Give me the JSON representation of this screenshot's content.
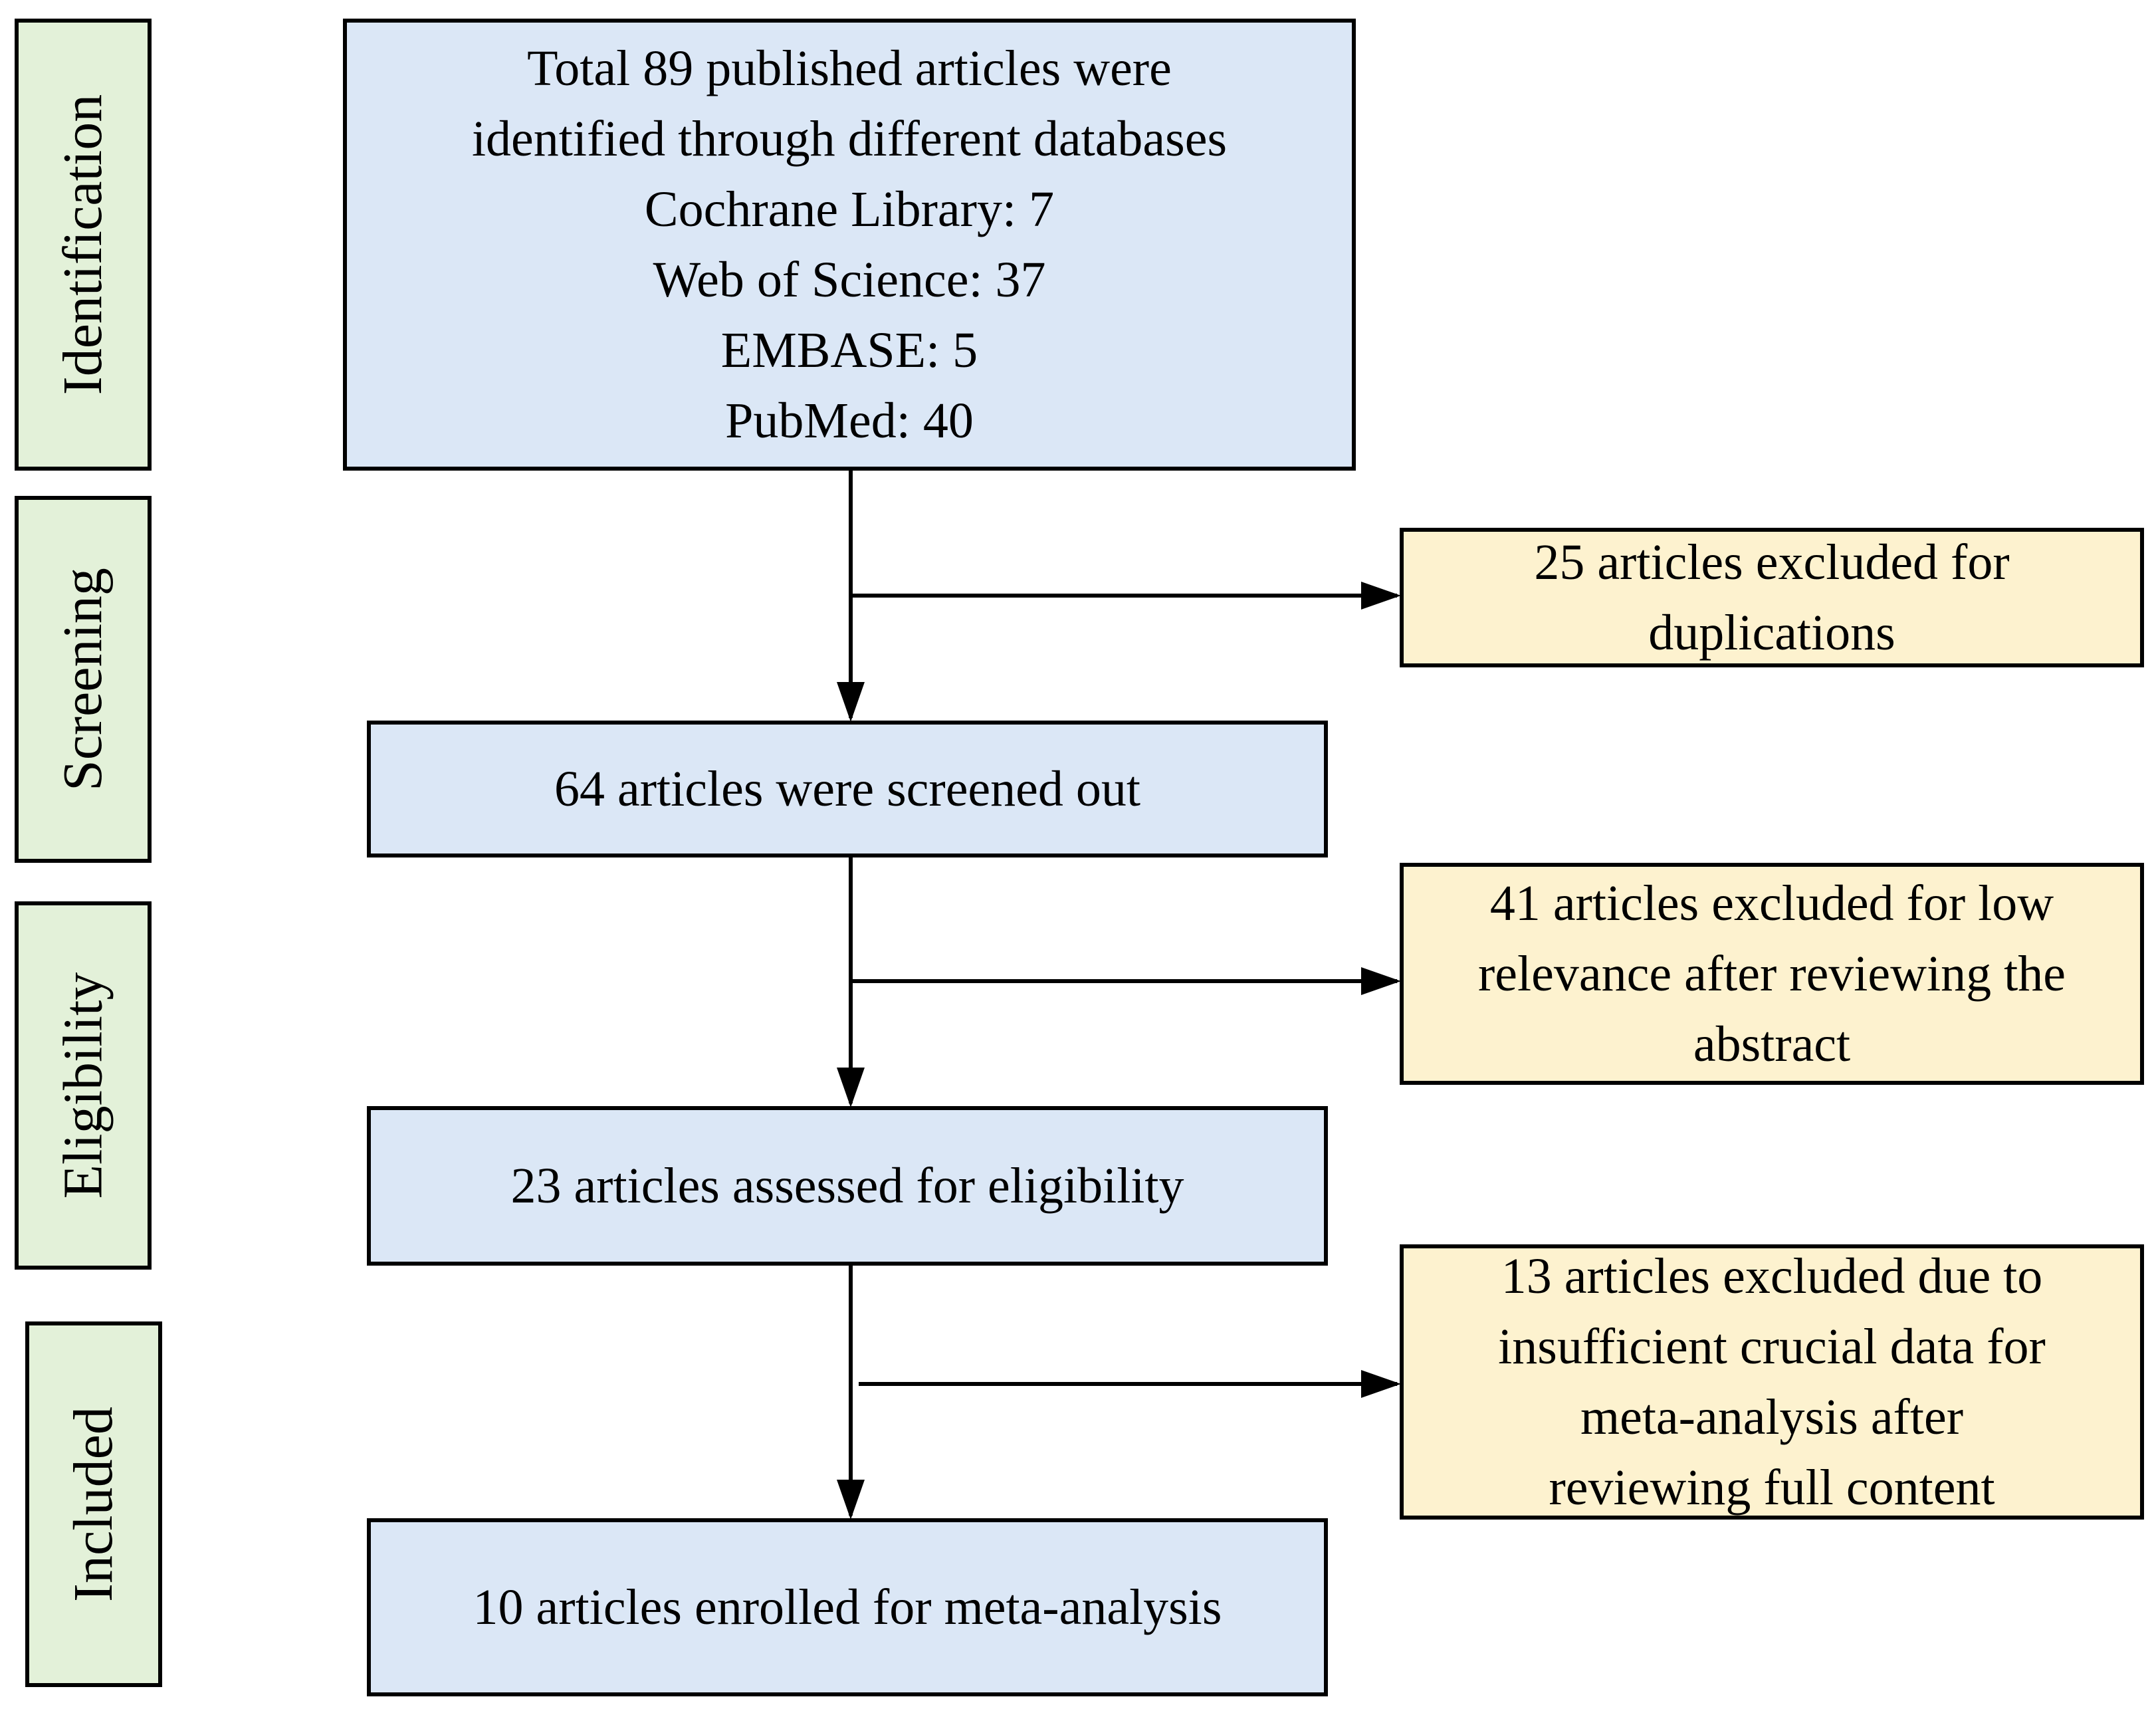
{
  "colors": {
    "stage_fill": "#e3f1d9",
    "main_fill": "#dbe7f6",
    "exclusion_fill": "#fdf2cf",
    "border": "#000000"
  },
  "stages": [
    "Identification",
    "Screening",
    "Eligibility",
    "Included"
  ],
  "identification": {
    "lines": [
      "Total 89 published articles were",
      "identified through different databases",
      "Cochrane Library: 7",
      "Web of Science: 37",
      "EMBASE: 5",
      "PubMed: 40"
    ]
  },
  "screened": {
    "text": "64 articles were screened out"
  },
  "assessed": {
    "text": "23 articles assessed for eligibility"
  },
  "enrolled": {
    "text": "10 articles enrolled for meta-analysis"
  },
  "exclusions": [
    {
      "lines": [
        "25 articles excluded for",
        "duplications"
      ]
    },
    {
      "lines": [
        "41 articles excluded for low",
        "relevance after reviewing the",
        "abstract"
      ]
    },
    {
      "lines": [
        "13 articles excluded due to",
        "insufficient crucial data for",
        "meta-analysis after",
        "reviewing full content"
      ]
    }
  ]
}
